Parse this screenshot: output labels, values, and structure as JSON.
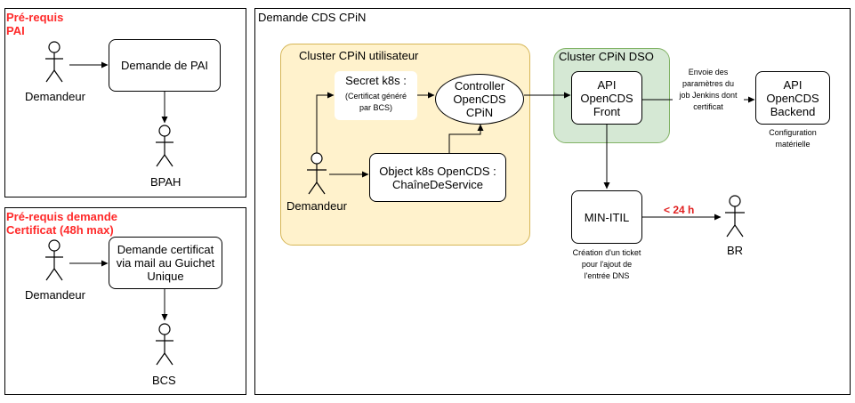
{
  "pai_panel": {
    "title_line1": "Pré-requis",
    "title_line2": "PAI",
    "actor": "Demandeur",
    "box": "Demande de PAI",
    "target": "BPAH"
  },
  "cert_panel": {
    "title_line1": "Pré-requis demande",
    "title_line2": "Certificat (48h max)",
    "actor": "Demandeur",
    "box_line1": "Demande certificat",
    "box_line2": "via mail au Guichet",
    "box_line3": "Unique",
    "target": "BCS"
  },
  "main_panel": {
    "title": "Demande CDS CPiN",
    "user_cluster": "Cluster CPiN utilisateur",
    "dso_cluster": "Cluster CPiN DSO",
    "secret_title": "Secret k8s :",
    "secret_note1": "(Certificat généré",
    "secret_note2": "par BCS)",
    "controller_line1": "Controller",
    "controller_line2": "OpenCDS",
    "controller_line3": "CPiN",
    "object_line1": "Object k8s OpenCDS :",
    "object_line2": "ChaîneDeService",
    "actor": "Demandeur",
    "front_line1": "API",
    "front_line2": "OpenCDS",
    "front_line3": "Front",
    "backend_line1": "API",
    "backend_line2": "OpenCDS",
    "backend_line3": "Backend",
    "edge_note1": "Envoie des",
    "edge_note2": "paramètres du",
    "edge_note3": "job Jenkins dont",
    "edge_note4": "certificat",
    "backend_note1": "Configuration",
    "backend_note2": "matérielle",
    "itil": "MIN-ITIL",
    "itil_note1": "Création d'un ticket",
    "itil_note2": "pour l'ajout de",
    "itil_note3": "l'entrée DNS",
    "sla": "< 24 h",
    "br": "BR"
  },
  "colors": {
    "title_red": "#ff2a2a",
    "user_cluster_fill": "#fff2cc",
    "user_cluster_stroke": "#d6b656",
    "dso_cluster_fill": "#d5e8d4",
    "dso_cluster_stroke": "#82b366",
    "sla_red": "#e02020"
  }
}
